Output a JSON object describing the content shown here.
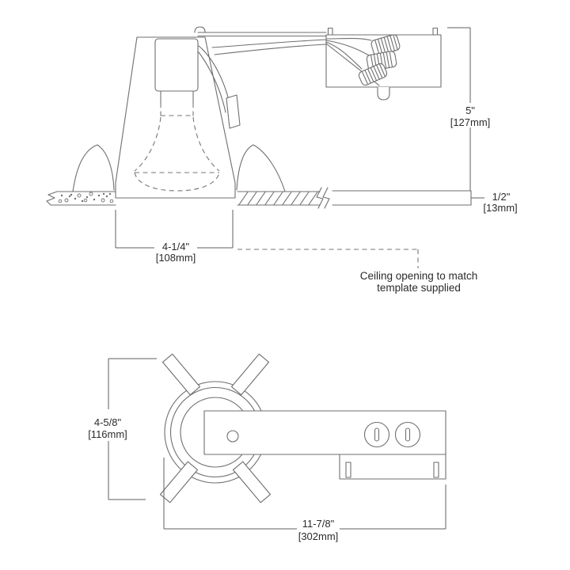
{
  "diagram": {
    "side_view": {
      "dim_box_height": {
        "in": "5\"",
        "mm": "[127mm]"
      },
      "dim_ceiling_thickness": {
        "in": "1/2\"",
        "mm": "[13mm]"
      },
      "dim_ceiling_opening": {
        "in": "4-1/4\"",
        "mm": "[108mm]"
      },
      "note_line1": "Ceiling opening to match",
      "note_line2": "template supplied"
    },
    "bottom_view": {
      "dim_height": {
        "in": "4-5/8\"",
        "mm": "[116mm]"
      },
      "dim_width": {
        "in": "11-7/8\"",
        "mm": "[302mm]"
      }
    },
    "colors": {
      "background": "#ffffff",
      "line": "#6f6f6f",
      "text": "#2b2b2b"
    }
  }
}
